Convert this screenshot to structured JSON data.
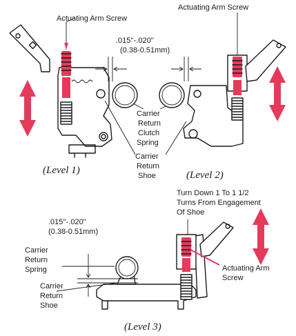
{
  "colors": {
    "accent": "#e43b5a",
    "ink": "#1a1a1a",
    "background": "#ffffff"
  },
  "labels": {
    "actuating_arm_screw_1": "Actuating Arm Screw",
    "actuating_arm_screw_2": "Actuating Arm Screw",
    "gap_top_1": ".015''-.020''",
    "gap_top_2": "(0.38-0.51mm)",
    "clutch_spring": [
      "Carrier",
      "Return",
      "Clutch",
      "Spring"
    ],
    "shoe_top": [
      "Carrier",
      "Return",
      "Shoe"
    ],
    "level_1": "(Level 1)",
    "level_2": "(Level 2)",
    "turn_down": [
      "Turn Down 1 To 1 1/2",
      "Turns From Engagement",
      "Of Shoe"
    ],
    "gap_bottom_1": ".015''-.020''",
    "gap_bottom_2": "(0.38-0.51mm)",
    "return_spring": [
      "Carrier",
      "Return",
      "Spring"
    ],
    "shoe_bottom": [
      "Carrier",
      "Return",
      "Shoe"
    ],
    "actuating_arm_screw_3": [
      "Actuating Arm",
      "Screw"
    ],
    "level_3": "(Level 3)"
  }
}
